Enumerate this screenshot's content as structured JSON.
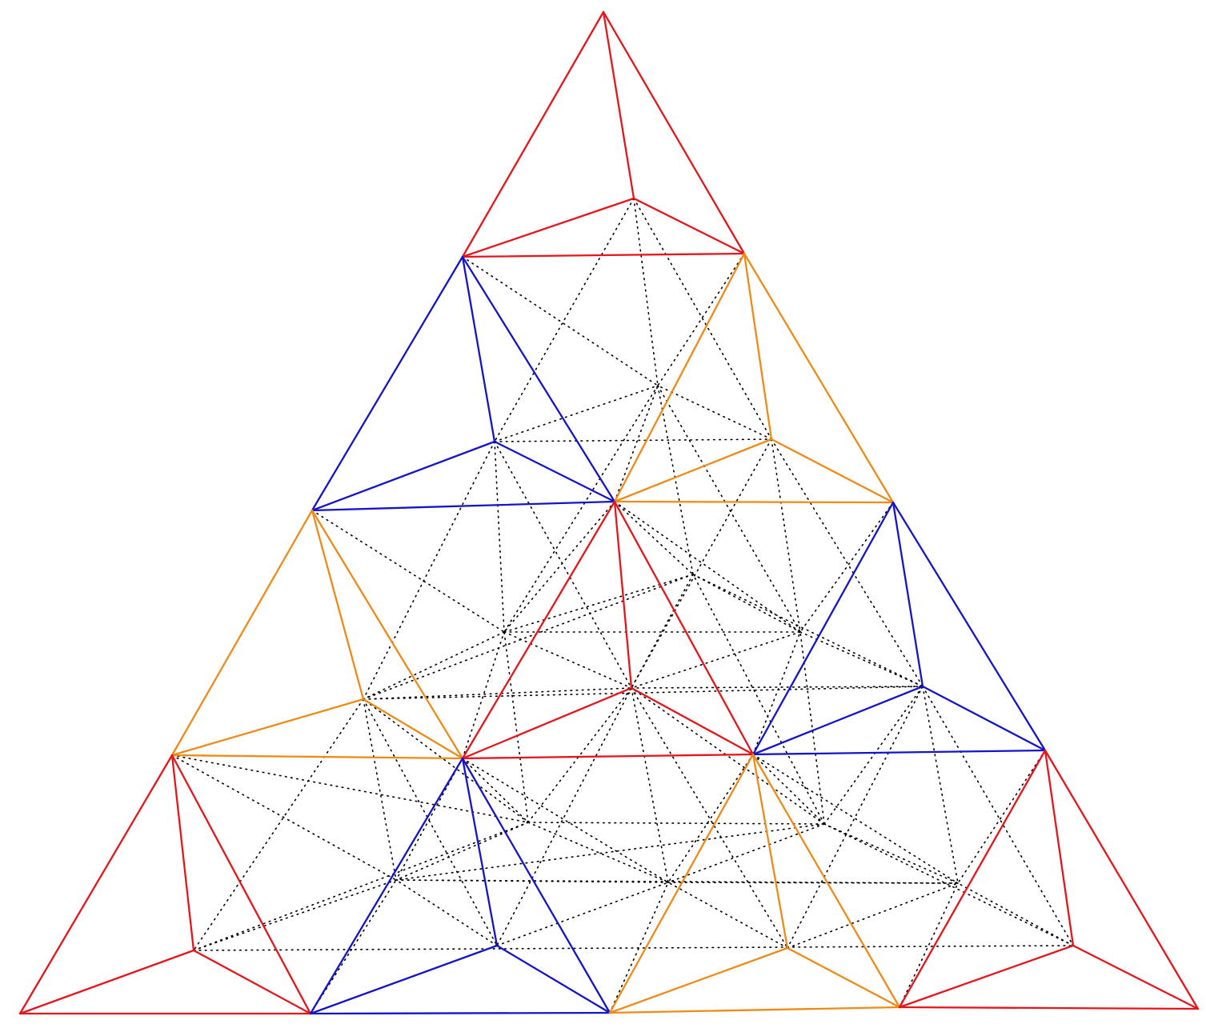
{
  "colors": {
    "red": "#e8141b",
    "blue": "#1414cc",
    "orange": "#f08a16",
    "hidden": "#000000"
  },
  "diagram": {
    "description_kind": "tetrahedral-tiling-wireframe",
    "visible_groups": [
      {
        "name": "top-tetrahedron",
        "color": "red"
      },
      {
        "name": "row2-left-tetrahedron",
        "color": "blue"
      },
      {
        "name": "row2-right-tetrahedron",
        "color": "orange"
      },
      {
        "name": "row3-left-tetrahedron",
        "color": "orange"
      },
      {
        "name": "row3-middle-tetrahedron",
        "color": "red"
      },
      {
        "name": "row3-right-tetrahedron",
        "color": "blue"
      },
      {
        "name": "row4-1-tetrahedron",
        "color": "red"
      },
      {
        "name": "row4-2-tetrahedron",
        "color": "blue"
      },
      {
        "name": "row4-3-tetrahedron",
        "color": "orange"
      },
      {
        "name": "row4-4-tetrahedron",
        "color": "red"
      }
    ],
    "hidden_edges_style": "dotted"
  }
}
